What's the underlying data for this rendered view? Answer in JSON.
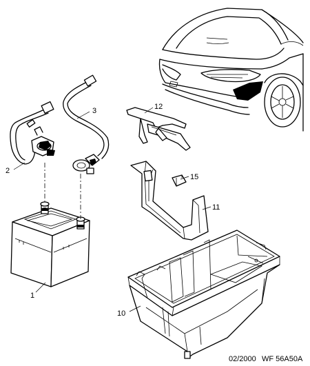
{
  "callouts": {
    "c1": "1",
    "c2": "2",
    "c3": "3",
    "c10": "10",
    "c11": "11",
    "c12": "12",
    "c15": "15"
  },
  "footer": {
    "date": "02/2000",
    "reference": "WF 56A50A"
  }
}
